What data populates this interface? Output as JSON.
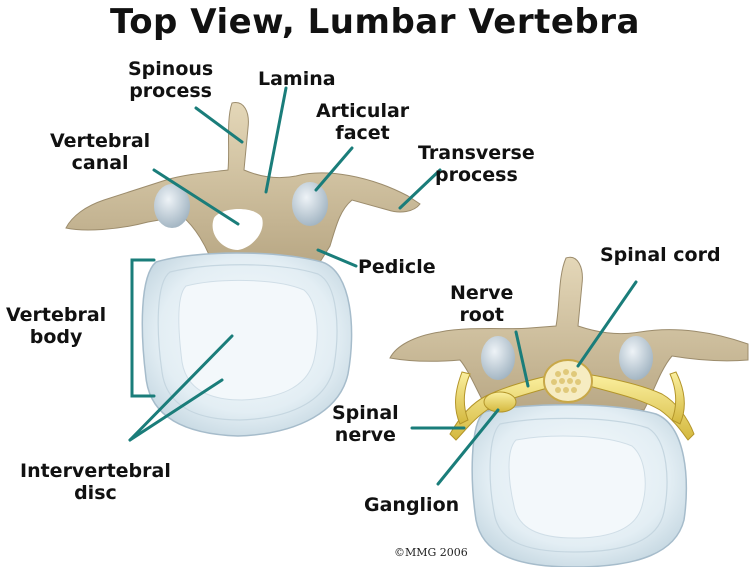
{
  "title": "Top View, Lumbar Vertebra",
  "labels": {
    "spinous_process": [
      "Spinous",
      "process"
    ],
    "lamina": "Lamina",
    "articular_facet": [
      "Articular",
      "facet"
    ],
    "vertebral_canal": [
      "Vertebral",
      "canal"
    ],
    "transverse_process": [
      "Transverse",
      "process"
    ],
    "pedicle": "Pedicle",
    "vertebral_body": [
      "Vertebral",
      "body"
    ],
    "intervertebral_disc": [
      "Intervertebral",
      "disc"
    ],
    "spinal_cord": "Spinal cord",
    "nerve_root": [
      "Nerve",
      "root"
    ],
    "spinal_nerve": [
      "Spinal",
      "nerve"
    ],
    "ganglion": "Ganglion"
  },
  "copyright": "©MMG 2006",
  "colors": {
    "bone": "#d8c9a8",
    "bone_shadow": "#a8987a",
    "disc": "#e8f2f7",
    "disc_ring": "#b9cdd8",
    "facet": "#c8d6e0",
    "nerve": "#f0dc6a",
    "nerve_shadow": "#b89c2a",
    "leader": "#1a7d7a"
  }
}
